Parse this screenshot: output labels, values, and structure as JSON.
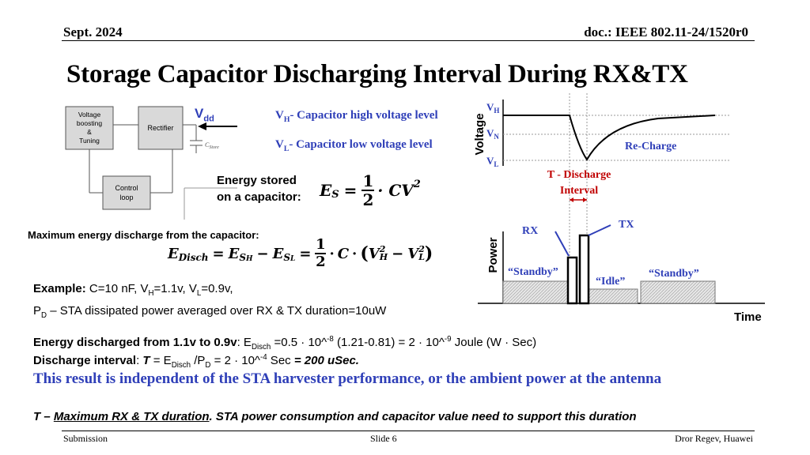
{
  "header": {
    "date": "Sept. 2024",
    "doc": "doc.: IEEE 802.11-24/1520r0"
  },
  "title": "Storage Capacitor Discharging Interval During RX&TX",
  "circuit": {
    "block1": [
      "Voltage",
      "boosting",
      "&",
      "Tuning"
    ],
    "block2": "Rectifier",
    "block3": [
      "Control",
      "loop"
    ],
    "cstore_main": "C",
    "cstore_sub": "Store",
    "vdd_main": "V",
    "vdd_sub": "dd"
  },
  "legend": {
    "vh_main": "V",
    "vh_sub": "H",
    "vh_text": "- Capacitor high voltage level",
    "vl_main": "V",
    "vl_sub": "L",
    "vl_text": "- Capacitor low voltage level"
  },
  "energy_stored": {
    "line1": "Energy stored",
    "line2": "on a capacitor:"
  },
  "formula1": {
    "lhs": "E",
    "lhs_sub": "S",
    "num": "1",
    "den": "2",
    "rhs": "· CV",
    "rhs_sup": "2"
  },
  "max_discharge_label": "Maximum energy discharge from the capacitor:",
  "formula2": {
    "lhs": "E",
    "lhs_sub": "Disch",
    "t1": "E",
    "t1_sub": "S",
    "t1_subsub": "H",
    "t2": "E",
    "t2_sub": "S",
    "t2_subsub": "L",
    "num": "1",
    "den": "2",
    "c": "C",
    "vh": "V",
    "vh_sub": "H",
    "vl": "V",
    "vl_sub": "L",
    "sq": "2"
  },
  "example": {
    "label": "Example:",
    "line1_a": " C=10 nF, V",
    "line1_b": "H",
    "line1_c": "=1.1v,  V",
    "line1_d": "L",
    "line1_e": "=0.9v,",
    "line2_a": "P",
    "line2_b": "D",
    "line2_c": " – STA dissipated power averaged over RX & TX duration=10uW"
  },
  "energy_discharged": {
    "bold": "Energy discharged from 1.1v to 0.9v",
    "a": ": E",
    "a_sub": "Disch",
    "b": " =0.5 · 10^",
    "b_sup": "-8",
    "c": " (1.21-0.81) = 2 · 10^",
    "c_sup": "-9",
    "d": " Joule (W · Sec)"
  },
  "discharge_interval": {
    "bold": "Discharge interval",
    "a": ": ",
    "t": "T",
    "b": " = E",
    "b_sub": "Disch",
    "c": " /P",
    "c_sub": "D",
    "d": " = 2 · 10^",
    "d_sup": "-4",
    "e": " Sec  ",
    "result": "= 200 uSec."
  },
  "conclusion": "This result is independent of the STA harvester performance, or the ambient power at the antenna",
  "note": {
    "a": "T – ",
    "b": "Maximum RX & TX duration",
    "c": ". STA power consumption and capacitor value need to support this duration"
  },
  "graph": {
    "voltage_axis": "Voltage",
    "power_axis": "Power",
    "time_axis": "Time",
    "vh_main": "V",
    "vh_sub": "H",
    "vn_main": "V",
    "vn_sub": "N",
    "vl_main": "V",
    "vl_sub": "L",
    "recharge": "Re-Charge",
    "discharge_line1": "T - Discharge",
    "discharge_line2": "Interval",
    "rx": "RX",
    "tx": "TX",
    "standby_left": "“Standby”",
    "idle": "“Idle”",
    "standby_right": "“Standby”"
  },
  "footer": {
    "left": "Submission",
    "center": "Slide 6",
    "right": "Dror Regev, Huawei"
  },
  "colors": {
    "blue": "#2f3fb8",
    "red": "#c00000",
    "curve": "#000000"
  }
}
